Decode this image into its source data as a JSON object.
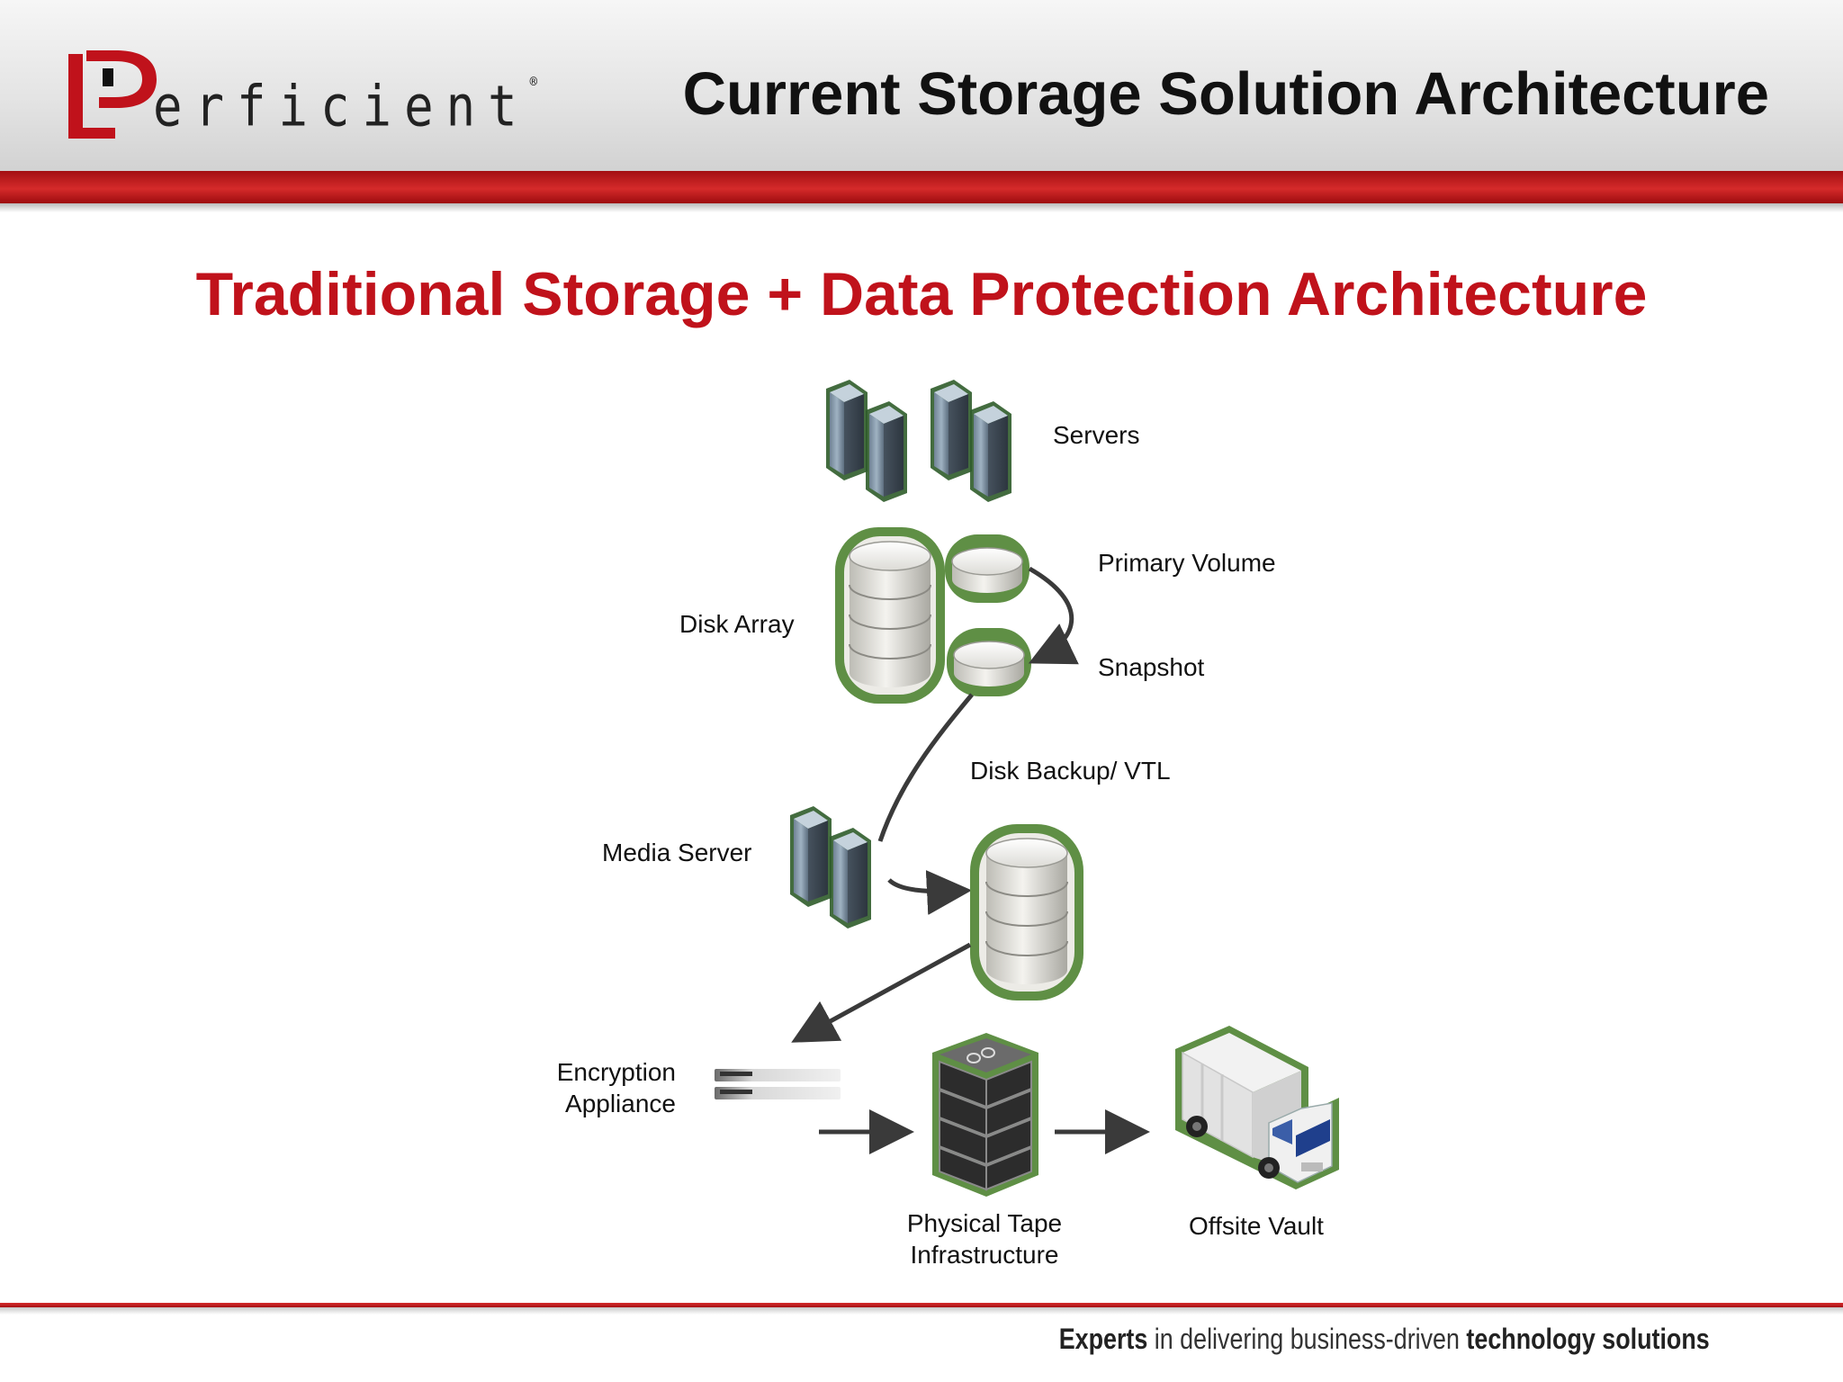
{
  "header": {
    "logo_text": "erficient",
    "logo_tm": "®",
    "title": "Current Storage Solution Architecture"
  },
  "subtitle": "Traditional Storage + Data Protection Architecture",
  "diagram": {
    "labels": {
      "servers": "Servers",
      "primary_volume": "Primary Volume",
      "disk_array": "Disk Array",
      "snapshot": "Snapshot",
      "disk_backup": "Disk Backup/ VTL",
      "media_server": "Media Server",
      "encryption_line1": "Encryption",
      "encryption_line2": "Appliance",
      "tape_line1": "Physical Tape",
      "tape_line2": "Infrastructure",
      "offsite_vault": "Offsite Vault"
    }
  },
  "footer": {
    "tagline_1": "Experts",
    "tagline_2": " in delivering business-driven ",
    "tagline_3": "technology solutions"
  },
  "colors": {
    "brand_red": "#c0121b",
    "device_green": "#5f8f45",
    "arrow_gray": "#3a3a3a"
  }
}
